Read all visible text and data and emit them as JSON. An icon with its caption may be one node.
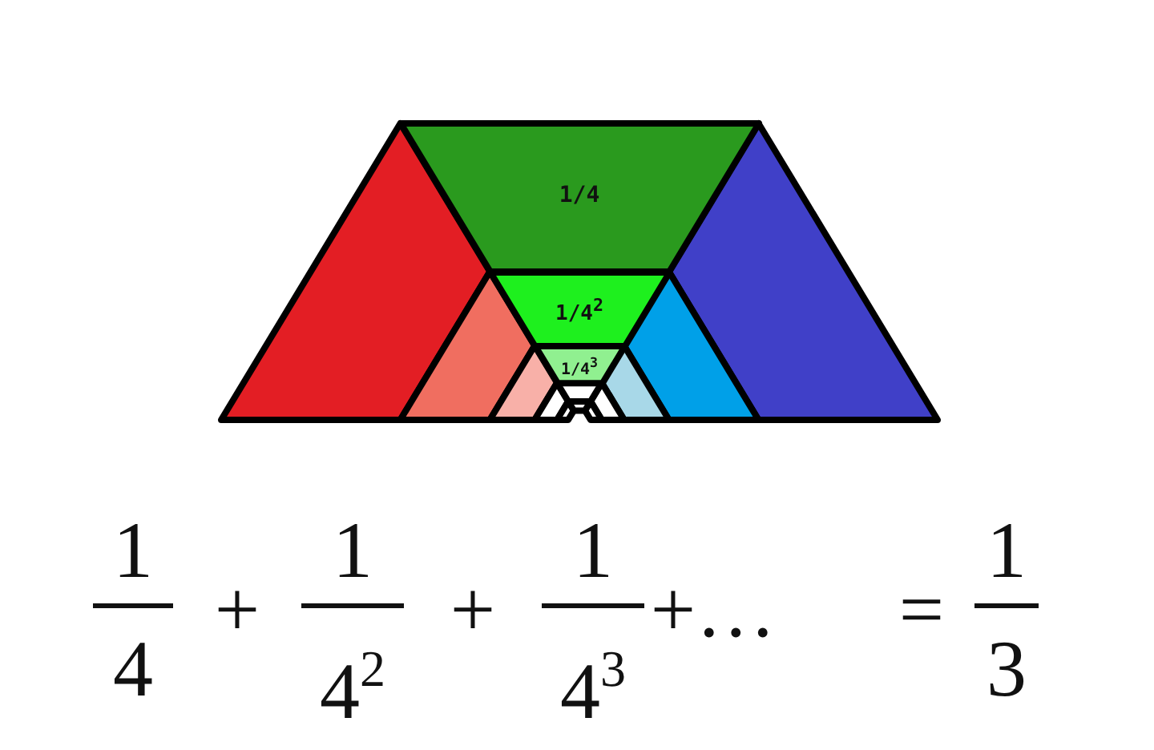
{
  "diagram": {
    "nodes": [
      {
        "text": [
          "1/4"
        ]
      },
      {
        "text": [
          "1/4$^{2}$"
        ]
      },
      {
        "text": [
          "1/4$^{3}$"
        ]
      }
    ],
    "labels": [
      "1",
      "4",
      "+",
      "1",
      "4$^{2}$",
      "+",
      "1",
      "4$^{3}$",
      "+…",
      "=",
      "1",
      "3"
    ]
  }
}
